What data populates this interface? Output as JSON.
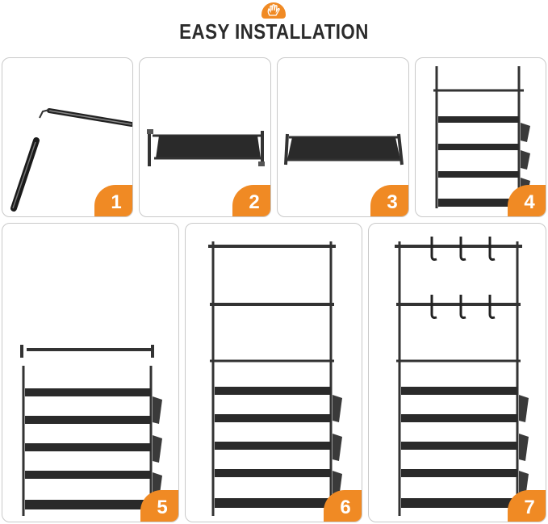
{
  "header": {
    "icon": "hand-icon",
    "accent_color": "#f08a24",
    "title": "EASY INSTALLATION"
  },
  "steps": [
    {
      "number": "1",
      "illustration": "poles-being-connected"
    },
    {
      "number": "2",
      "illustration": "single-shelf-with-connectors"
    },
    {
      "number": "3",
      "illustration": "single-shelf-assembled"
    },
    {
      "number": "4",
      "illustration": "stacked-shelves-with-side-pockets"
    },
    {
      "number": "5",
      "illustration": "five-tier-shelf-with-top-frame"
    },
    {
      "number": "6",
      "illustration": "shelf-with-tall-upper-frame"
    },
    {
      "number": "7",
      "illustration": "complete-rack-with-hooks"
    }
  ]
}
